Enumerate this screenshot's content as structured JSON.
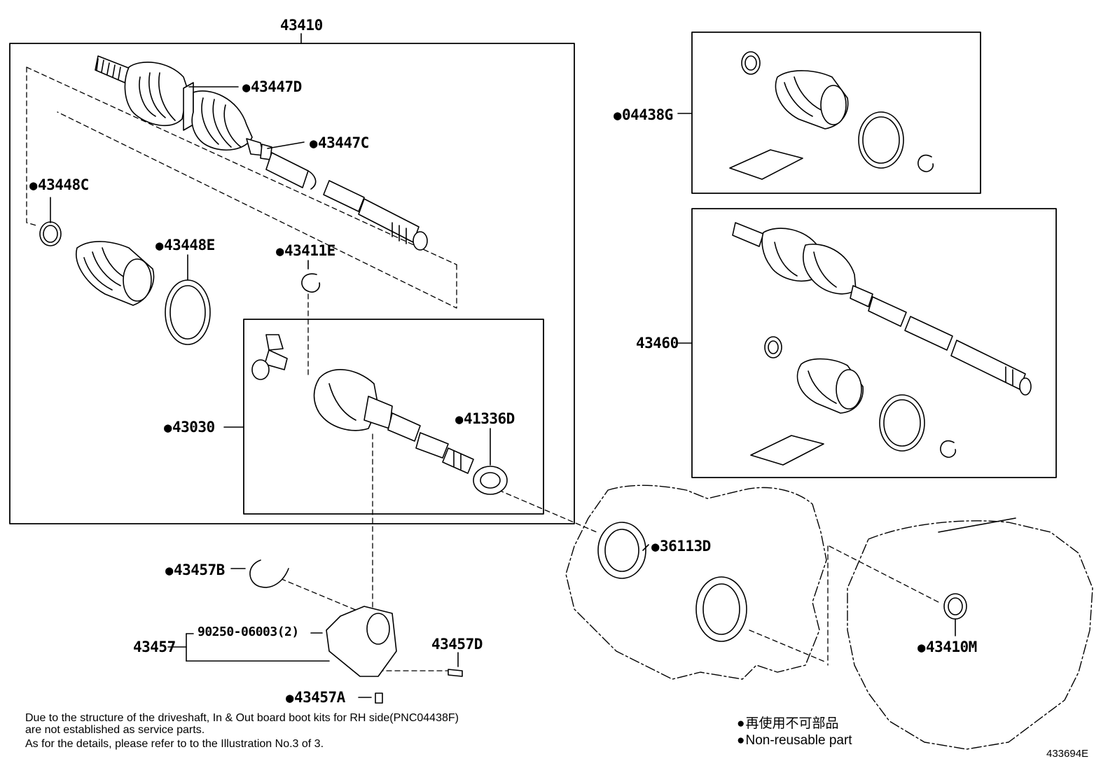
{
  "parts": {
    "p43410": "43410",
    "p43447D": "43447D",
    "p43447C": "43447C",
    "p43448C": "43448C",
    "p43448E": "43448E",
    "p43411E": "43411E",
    "p43030": "43030",
    "p41336D": "41336D",
    "p04438G": "04438G",
    "p43460": "43460",
    "p36113D": "36113D",
    "p43457B": "43457B",
    "p43457": "43457",
    "p90250": "90250-06003(2)",
    "p43457D": "43457D",
    "p43457A": "43457A",
    "p43410M": "43410M"
  },
  "notes": {
    "line1": "Due to the structure of the driveshaft, In & Out board  boot kits for RH side(PNC04438F)",
    "line2": "are not established as service parts.",
    "line3": "As for the details, please refer to to the Illustration No.3 of 3."
  },
  "legend": {
    "japanese": "再使用不可部品",
    "english": "Non-reusable part"
  },
  "illustration_code": "433694E"
}
